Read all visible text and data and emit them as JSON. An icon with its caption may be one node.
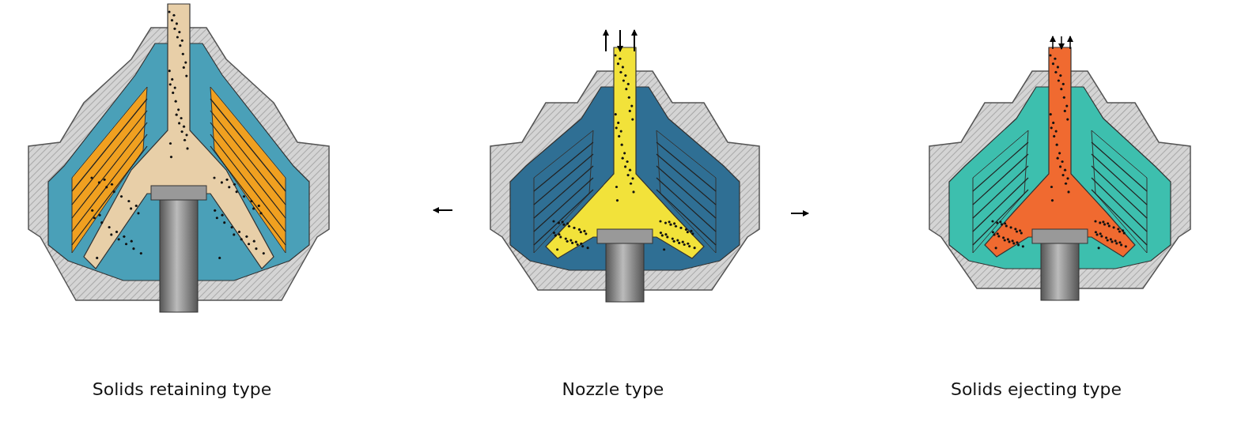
{
  "diagram": {
    "labels": [
      "Solids retaining type",
      "Nozzle type",
      "Solids ejecting type"
    ]
  }
}
